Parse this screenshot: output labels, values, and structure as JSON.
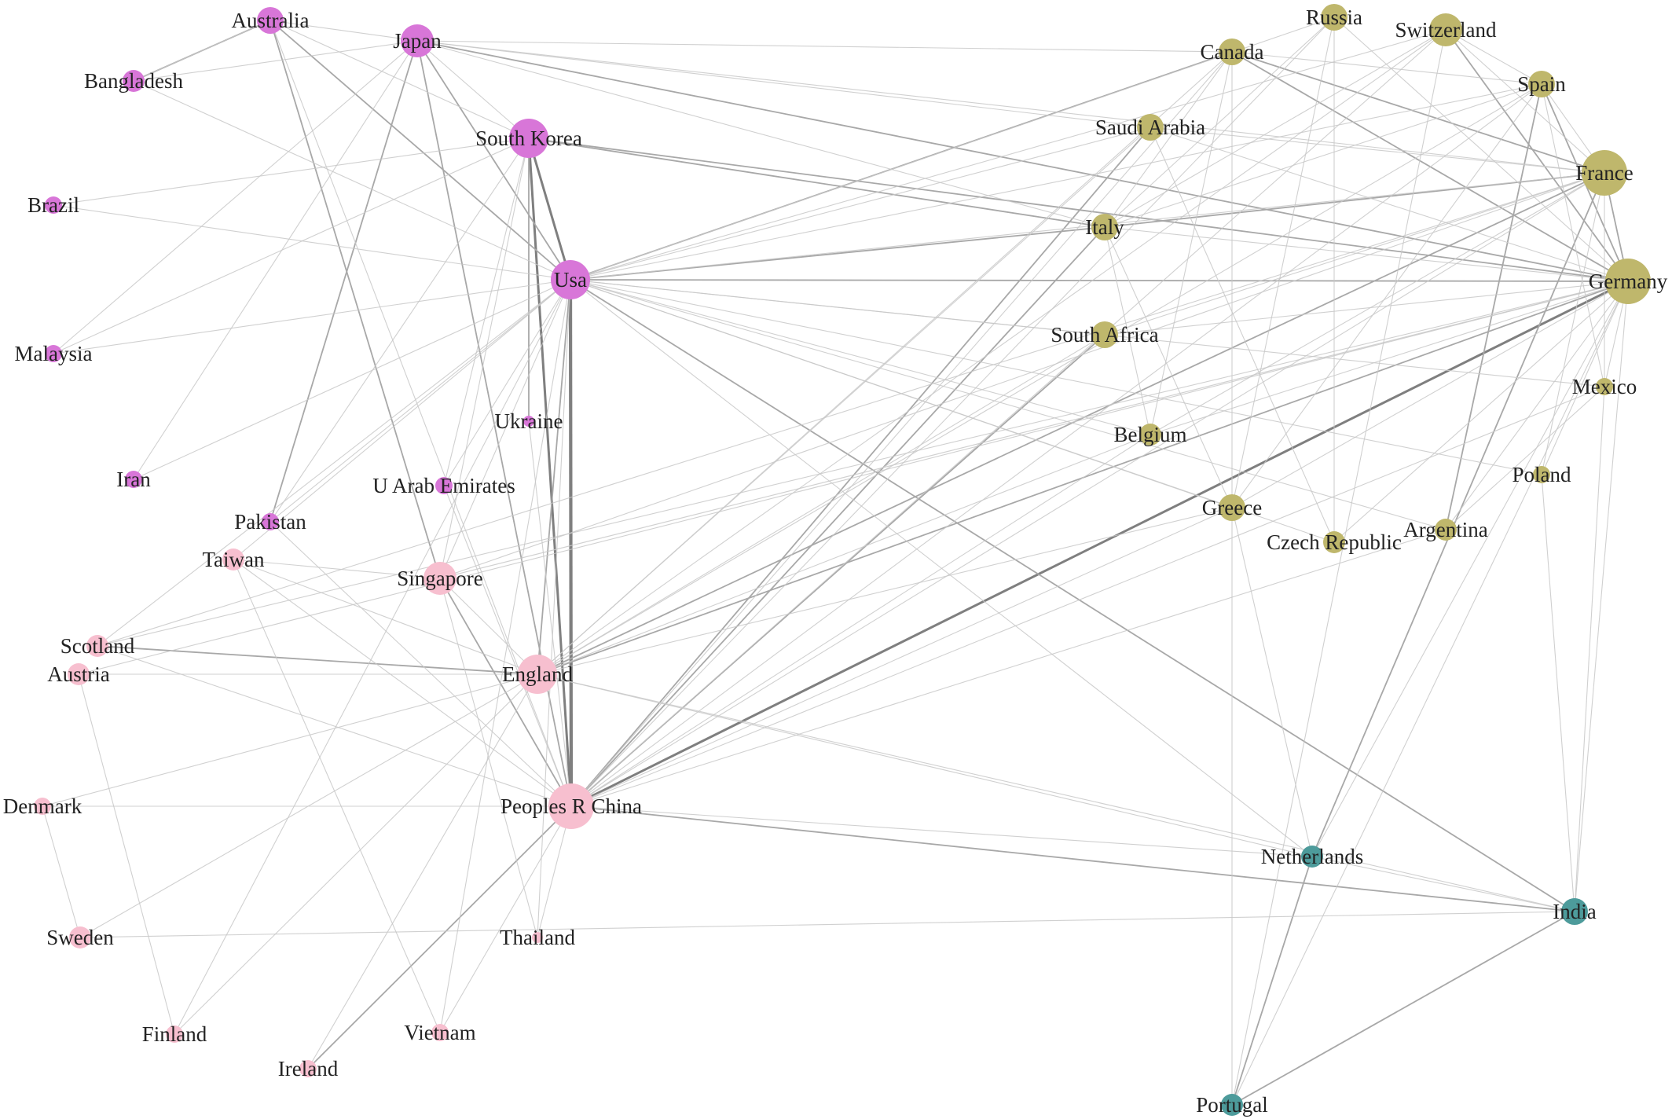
{
  "clusters": [
    {
      "id": "magenta",
      "color": "#d876d8"
    },
    {
      "id": "pink",
      "color": "#f7bfcf"
    },
    {
      "id": "olive",
      "color": "#bfb76c"
    },
    {
      "id": "teal",
      "color": "#4d9b9b"
    }
  ],
  "edge_colors": {
    "light": "#c8c8c8",
    "medium": "#a8a8a8",
    "strong": "#7f7f7f"
  },
  "nodes": [
    {
      "id": "australia",
      "label": "Australia",
      "cluster": "magenta",
      "weight": 3
    },
    {
      "id": "japan",
      "label": "Japan",
      "cluster": "magenta",
      "weight": 4
    },
    {
      "id": "bangladesh",
      "label": "Bangladesh",
      "cluster": "magenta",
      "weight": 2
    },
    {
      "id": "south_korea",
      "label": "South Korea",
      "cluster": "magenta",
      "weight": 5
    },
    {
      "id": "brazil",
      "label": "Brazil",
      "cluster": "magenta",
      "weight": 1
    },
    {
      "id": "usa",
      "label": "Usa",
      "cluster": "magenta",
      "weight": 5
    },
    {
      "id": "malaysia",
      "label": "Malaysia",
      "cluster": "magenta",
      "weight": 1
    },
    {
      "id": "ukraine",
      "label": "Ukraine",
      "cluster": "magenta",
      "weight": 0
    },
    {
      "id": "iran",
      "label": "Iran",
      "cluster": "magenta",
      "weight": 1
    },
    {
      "id": "uae",
      "label": "U Arab Emirates",
      "cluster": "magenta",
      "weight": 1
    },
    {
      "id": "pakistan",
      "label": "Pakistan",
      "cluster": "magenta",
      "weight": 1
    },
    {
      "id": "taiwan",
      "label": "Taiwan",
      "cluster": "pink",
      "weight": 2
    },
    {
      "id": "singapore",
      "label": "Singapore",
      "cluster": "pink",
      "weight": 4
    },
    {
      "id": "scotland",
      "label": "Scotland",
      "cluster": "pink",
      "weight": 2
    },
    {
      "id": "austria",
      "label": "Austria",
      "cluster": "pink",
      "weight": 2
    },
    {
      "id": "england",
      "label": "England",
      "cluster": "pink",
      "weight": 5
    },
    {
      "id": "denmark",
      "label": "Denmark",
      "cluster": "pink",
      "weight": 1
    },
    {
      "id": "china",
      "label": "Peoples R China",
      "cluster": "pink",
      "weight": 6
    },
    {
      "id": "sweden",
      "label": "Sweden",
      "cluster": "pink",
      "weight": 2
    },
    {
      "id": "thailand",
      "label": "Thailand",
      "cluster": "pink",
      "weight": 0
    },
    {
      "id": "finland",
      "label": "Finland",
      "cluster": "pink",
      "weight": 1
    },
    {
      "id": "vietnam",
      "label": "Vietnam",
      "cluster": "pink",
      "weight": 1
    },
    {
      "id": "ireland",
      "label": "Ireland",
      "cluster": "pink",
      "weight": 1
    },
    {
      "id": "russia",
      "label": "Russia",
      "cluster": "olive",
      "weight": 3
    },
    {
      "id": "switzerland",
      "label": "Switzerland",
      "cluster": "olive",
      "weight": 4
    },
    {
      "id": "canada",
      "label": "Canada",
      "cluster": "olive",
      "weight": 3
    },
    {
      "id": "spain",
      "label": "Spain",
      "cluster": "olive",
      "weight": 3
    },
    {
      "id": "saudi_arabia",
      "label": "Saudi Arabia",
      "cluster": "olive",
      "weight": 3
    },
    {
      "id": "france",
      "label": "France",
      "cluster": "olive",
      "weight": 6
    },
    {
      "id": "italy",
      "label": "Italy",
      "cluster": "olive",
      "weight": 3
    },
    {
      "id": "germany",
      "label": "Germany",
      "cluster": "olive",
      "weight": 6
    },
    {
      "id": "south_africa",
      "label": "South Africa",
      "cluster": "olive",
      "weight": 3
    },
    {
      "id": "mexico",
      "label": "Mexico",
      "cluster": "olive",
      "weight": 1
    },
    {
      "id": "belgium",
      "label": "Belgium",
      "cluster": "olive",
      "weight": 2
    },
    {
      "id": "poland",
      "label": "Poland",
      "cluster": "olive",
      "weight": 1
    },
    {
      "id": "greece",
      "label": "Greece",
      "cluster": "olive",
      "weight": 3
    },
    {
      "id": "argentina",
      "label": "Argentina",
      "cluster": "olive",
      "weight": 2
    },
    {
      "id": "czech",
      "label": "Czech Republic",
      "cluster": "olive",
      "weight": 2
    },
    {
      "id": "netherlands",
      "label": "Netherlands",
      "cluster": "teal",
      "weight": 2
    },
    {
      "id": "india",
      "label": "India",
      "cluster": "teal",
      "weight": 3
    },
    {
      "id": "portugal",
      "label": "Portugal",
      "cluster": "teal",
      "weight": 2
    }
  ],
  "edges": [
    [
      "usa",
      "china",
      4
    ],
    [
      "south_korea",
      "china",
      3
    ],
    [
      "south_korea",
      "usa",
      3
    ],
    [
      "germany",
      "china",
      3
    ],
    [
      "usa",
      "germany",
      2
    ],
    [
      "usa",
      "italy",
      2
    ],
    [
      "italy",
      "france",
      2
    ],
    [
      "japan",
      "usa",
      2
    ],
    [
      "australia",
      "usa",
      2
    ],
    [
      "australia",
      "bangladesh",
      2
    ],
    [
      "japan",
      "china",
      2
    ],
    [
      "singapore",
      "china",
      2
    ],
    [
      "england",
      "usa",
      2
    ],
    [
      "scotland",
      "england",
      2
    ],
    [
      "ireland",
      "china",
      2
    ],
    [
      "japan",
      "germany",
      2
    ],
    [
      "south_korea",
      "italy",
      2
    ],
    [
      "south_korea",
      "germany",
      2
    ],
    [
      "canada",
      "germany",
      2
    ],
    [
      "canada",
      "usa",
      2
    ],
    [
      "spain",
      "germany",
      2
    ],
    [
      "spain",
      "argentina",
      2
    ],
    [
      "france",
      "germany",
      2
    ],
    [
      "switzerland",
      "germany",
      2
    ],
    [
      "usa",
      "india",
      2
    ],
    [
      "china",
      "india",
      2
    ],
    [
      "netherlands",
      "portugal",
      2
    ],
    [
      "netherlands",
      "france",
      2
    ],
    [
      "india",
      "portugal",
      2
    ],
    [
      "australia",
      "singapore",
      2
    ],
    [
      "japan",
      "pakistan",
      2
    ],
    [
      "south_korea",
      "ukraine",
      2
    ],
    [
      "canada",
      "france",
      2
    ],
    [
      "china",
      "saudi_arabia",
      2
    ],
    [
      "china",
      "south_africa",
      2
    ],
    [
      "england",
      "germany",
      2
    ],
    [
      "england",
      "france",
      2
    ],
    [
      "china",
      "italy",
      2
    ],
    [
      "australia",
      "japan",
      1
    ],
    [
      "australia",
      "south_korea",
      1
    ],
    [
      "australia",
      "china",
      1
    ],
    [
      "japan",
      "south_korea",
      1
    ],
    [
      "japan",
      "italy",
      1
    ],
    [
      "japan",
      "france",
      1
    ],
    [
      "bangladesh",
      "japan",
      1
    ],
    [
      "bangladesh",
      "usa",
      1
    ],
    [
      "brazil",
      "usa",
      1
    ],
    [
      "malaysia",
      "south_korea",
      1
    ],
    [
      "malaysia",
      "usa",
      1
    ],
    [
      "iran",
      "japan",
      1
    ],
    [
      "pakistan",
      "south_korea",
      1
    ],
    [
      "pakistan",
      "usa",
      1
    ],
    [
      "taiwan",
      "china",
      1
    ],
    [
      "taiwan",
      "vietnam",
      1
    ],
    [
      "taiwan",
      "england",
      1
    ],
    [
      "singapore",
      "usa",
      1
    ],
    [
      "singapore",
      "south_korea",
      1
    ],
    [
      "singapore",
      "england",
      1
    ],
    [
      "scotland",
      "china",
      1
    ],
    [
      "scotland",
      "usa",
      1
    ],
    [
      "austria",
      "england",
      1
    ],
    [
      "austria",
      "finland",
      1
    ],
    [
      "denmark",
      "sweden",
      1
    ],
    [
      "denmark",
      "china",
      1
    ],
    [
      "sweden",
      "india",
      1
    ],
    [
      "finland",
      "usa",
      1
    ],
    [
      "vietnam",
      "china",
      1
    ],
    [
      "thailand",
      "usa",
      1
    ],
    [
      "thailand",
      "china",
      1
    ],
    [
      "england",
      "spain",
      1
    ],
    [
      "england",
      "switzerland",
      1
    ],
    [
      "england",
      "canada",
      1
    ],
    [
      "england",
      "saudi_arabia",
      1
    ],
    [
      "england",
      "south_africa",
      1
    ],
    [
      "england",
      "belgium",
      1
    ],
    [
      "england",
      "greece",
      1
    ],
    [
      "england",
      "netherlands",
      1
    ],
    [
      "england",
      "india",
      1
    ],
    [
      "china",
      "france",
      1
    ],
    [
      "china",
      "spain",
      1
    ],
    [
      "china",
      "switzerland",
      1
    ],
    [
      "china",
      "canada",
      1
    ],
    [
      "china",
      "russia",
      1
    ],
    [
      "china",
      "belgium",
      1
    ],
    [
      "china",
      "greece",
      1
    ],
    [
      "china",
      "netherlands",
      1
    ],
    [
      "china",
      "argentina",
      1
    ],
    [
      "china",
      "mexico",
      1
    ],
    [
      "usa",
      "france",
      1
    ],
    [
      "usa",
      "spain",
      1
    ],
    [
      "usa",
      "russia",
      1
    ],
    [
      "usa",
      "switzerland",
      1
    ],
    [
      "usa",
      "saudi_arabia",
      1
    ],
    [
      "usa",
      "south_africa",
      1
    ],
    [
      "usa",
      "belgium",
      1
    ],
    [
      "usa",
      "greece",
      1
    ],
    [
      "usa",
      "netherlands",
      1
    ],
    [
      "usa",
      "czech",
      1
    ],
    [
      "usa",
      "mexico",
      1
    ],
    [
      "usa",
      "poland",
      1
    ],
    [
      "usa",
      "argentina",
      1
    ],
    [
      "italy",
      "germany",
      1
    ],
    [
      "italy",
      "spain",
      1
    ],
    [
      "italy",
      "switzerland",
      1
    ],
    [
      "italy",
      "russia",
      1
    ],
    [
      "italy",
      "greece",
      1
    ],
    [
      "italy",
      "belgium",
      1
    ],
    [
      "saudi_arabia",
      "germany",
      1
    ],
    [
      "saudi_arabia",
      "france",
      1
    ],
    [
      "saudi_arabia",
      "czech",
      1
    ],
    [
      "south_africa",
      "germany",
      1
    ],
    [
      "south_africa",
      "france",
      1
    ],
    [
      "russia",
      "germany",
      1
    ],
    [
      "russia",
      "greece",
      1
    ],
    [
      "russia",
      "czech",
      1
    ],
    [
      "switzerland",
      "france",
      1
    ],
    [
      "switzerland",
      "spain",
      1
    ],
    [
      "switzerland",
      "portugal",
      1
    ],
    [
      "spain",
      "france",
      1
    ],
    [
      "spain",
      "mexico",
      1
    ],
    [
      "spain",
      "greece",
      1
    ],
    [
      "france",
      "belgium",
      1
    ],
    [
      "france",
      "mexico",
      1
    ],
    [
      "france",
      "poland",
      1
    ],
    [
      "germany",
      "mexico",
      1
    ],
    [
      "germany",
      "belgium",
      1
    ],
    [
      "germany",
      "greece",
      1
    ],
    [
      "germany",
      "czech",
      1
    ],
    [
      "germany",
      "argentina",
      1
    ],
    [
      "germany",
      "poland",
      1
    ],
    [
      "germany",
      "india",
      1
    ],
    [
      "germany",
      "netherlands",
      1
    ],
    [
      "germany",
      "portugal",
      1
    ],
    [
      "greece",
      "portugal",
      1
    ],
    [
      "greece",
      "netherlands",
      1
    ],
    [
      "argentina",
      "mexico",
      1
    ],
    [
      "mexico",
      "india",
      1
    ],
    [
      "poland",
      "india",
      1
    ],
    [
      "netherlands",
      "india",
      1
    ],
    [
      "canada",
      "italy",
      1
    ],
    [
      "canada",
      "greece",
      1
    ],
    [
      "canada",
      "belgium",
      1
    ],
    [
      "canada",
      "spain",
      1
    ],
    [
      "japan",
      "canada",
      1
    ],
    [
      "japan",
      "saudi_arabia",
      1
    ],
    [
      "uae",
      "usa",
      1
    ],
    [
      "uae",
      "china",
      1
    ],
    [
      "uae",
      "south_korea",
      1
    ],
    [
      "brazil",
      "south_korea",
      1
    ],
    [
      "malaysia",
      "japan",
      1
    ],
    [
      "taiwan",
      "usa",
      1
    ],
    [
      "taiwan",
      "singapore",
      1
    ],
    [
      "singapore",
      "germany",
      1
    ],
    [
      "singapore",
      "france",
      1
    ],
    [
      "denmark",
      "england",
      1
    ],
    [
      "sweden",
      "england",
      1
    ],
    [
      "finland",
      "england",
      1
    ],
    [
      "ireland",
      "england",
      1
    ],
    [
      "austria",
      "germany",
      1
    ],
    [
      "scotland",
      "germany",
      1
    ],
    [
      "scotland",
      "france",
      1
    ],
    [
      "pakistan",
      "china",
      1
    ],
    [
      "iran",
      "usa",
      1
    ],
    [
      "ukraine",
      "china",
      1
    ],
    [
      "bangladesh",
      "australia",
      1
    ],
    [
      "vietnam",
      "usa",
      1
    ],
    [
      "thailand",
      "singapore",
      1
    ]
  ]
}
